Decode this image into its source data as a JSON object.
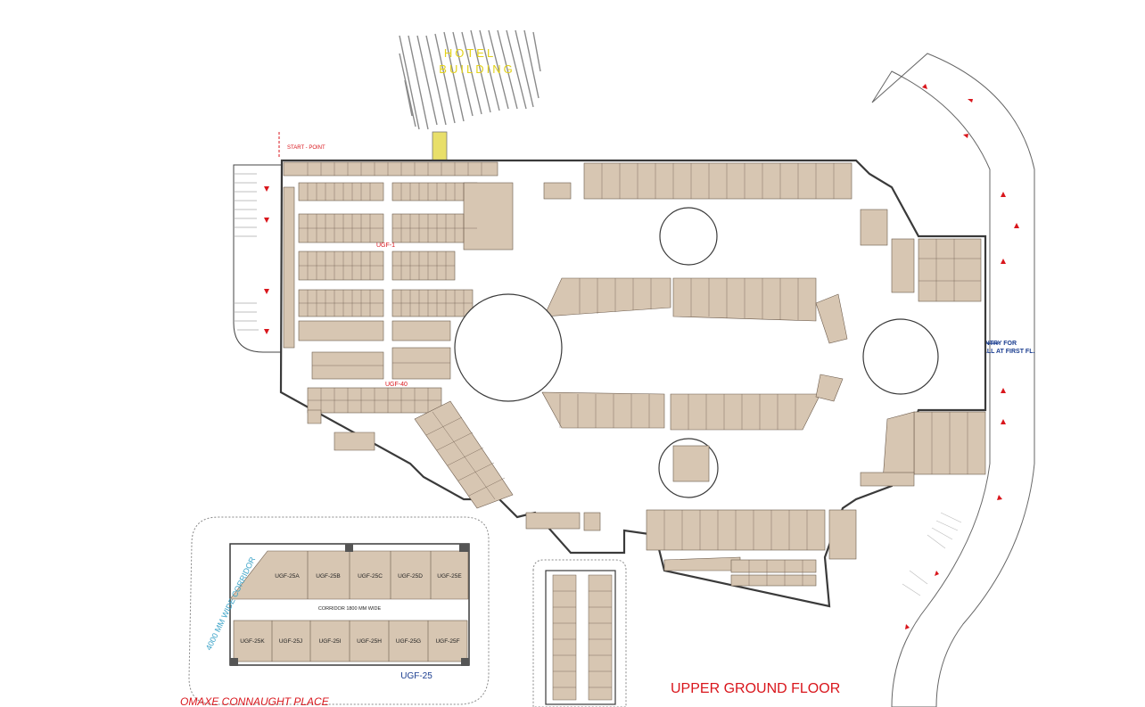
{
  "labels": {
    "hotel_line1": "HOTEL",
    "hotel_line2": "BUILDING",
    "start_point": "START - POINT",
    "ugf1": "UGF-1",
    "ugf40": "UGF-40",
    "entry_line1": "ENTRY FOR",
    "entry_line2": "MALL AT FIRST FL.",
    "upper_ground_floor": "UPPER GROUND FLOOR",
    "omaxe": "OMAXE CONNAUGHT PLACE",
    "ugf25": "UGF-25",
    "wide_corridor": "4000 MM WIDE CORRIDOR",
    "corridor_1800": "CORRIDOR 1800 MM WIDE"
  },
  "inset": {
    "top_row": [
      "UGF-25A",
      "UGF-25B",
      "UGF-25C",
      "UGF-25D",
      "UGF-25E"
    ],
    "bottom_row": [
      "UGF-25K",
      "UGF-25J",
      "UGF-25I",
      "UGF-25H",
      "UGF-25G",
      "UGF-25F"
    ]
  },
  "colors": {
    "shop_fill": "#d7c6b2",
    "shop_stroke": "#6b5a4b",
    "outline": "#3a3a3a",
    "corridor": "#ffffff",
    "accent_red": "#d9161c",
    "hotel_yellow": "#e3d21b",
    "label_blue": "#1a3d8f",
    "corridor_teal": "#3aa3c8"
  }
}
